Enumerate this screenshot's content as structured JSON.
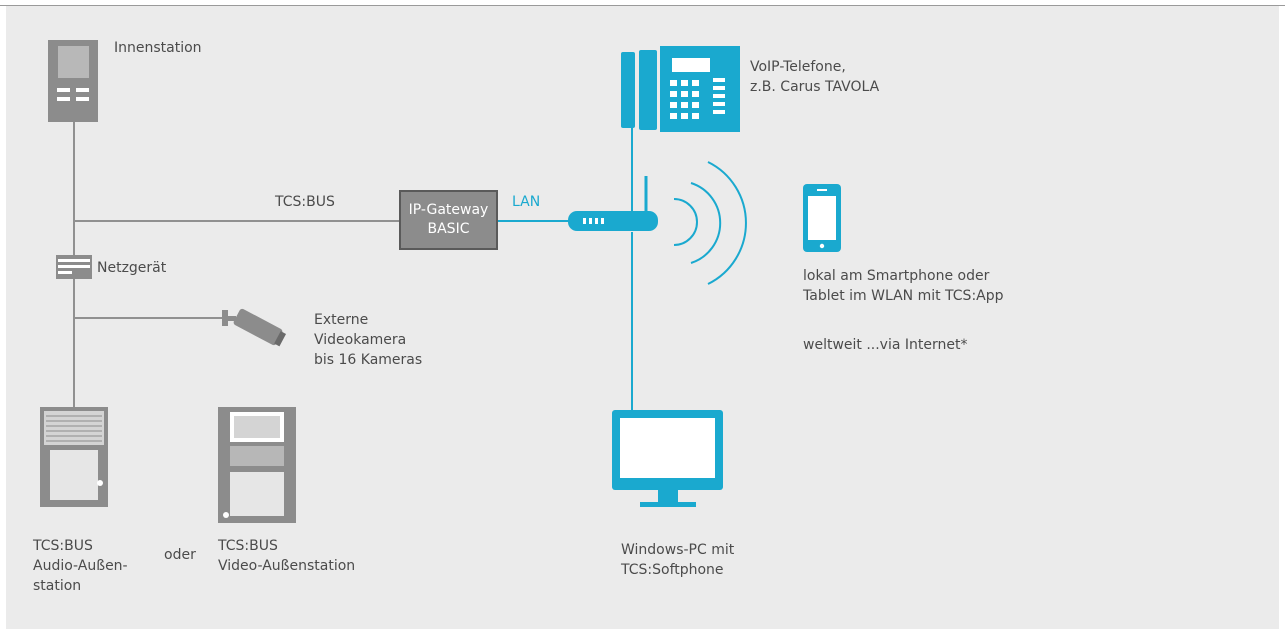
{
  "labels": {
    "innenstation": "Innenstation",
    "voip_line1": "VoIP-Telefone,",
    "voip_line2": "z.B. Carus TAVOLA",
    "tcs_bus": "TCS:BUS",
    "lan": "LAN",
    "netzgeraet": "Netzgerät",
    "kamera_line1": "Externe",
    "kamera_line2": "Videokamera",
    "kamera_line3": "bis 16 Kameras",
    "smartphone_line1": "lokal am Smartphone oder",
    "smartphone_line2": "Tablet im WLAN mit TCS:App",
    "internet": "weltweit ...via Internet*",
    "audio_line1": "TCS:BUS",
    "audio_line2": "Audio-Außen-",
    "audio_line3": "station",
    "oder": "oder",
    "video_line1": "TCS:BUS",
    "video_line2": "Video-Außenstation",
    "pc_line1": "Windows-PC mit",
    "pc_line2": "TCS:Softphone"
  },
  "gateway": {
    "line1": "IP-Gateway",
    "line2": "BASIC"
  },
  "colors": {
    "background": "#ebebeb",
    "accent_blue": "#1aa9cf",
    "bus_line": "#909090",
    "device_gray": "#8c8c8c",
    "text": "#4b4b4b"
  },
  "icons": [
    "indoor-station-icon",
    "desk-phone-icon",
    "power-supply-icon",
    "camera-icon",
    "router-icon",
    "wifi-waves-icon",
    "smartphone-icon",
    "audio-door-station-icon",
    "video-door-station-icon",
    "monitor-icon"
  ]
}
